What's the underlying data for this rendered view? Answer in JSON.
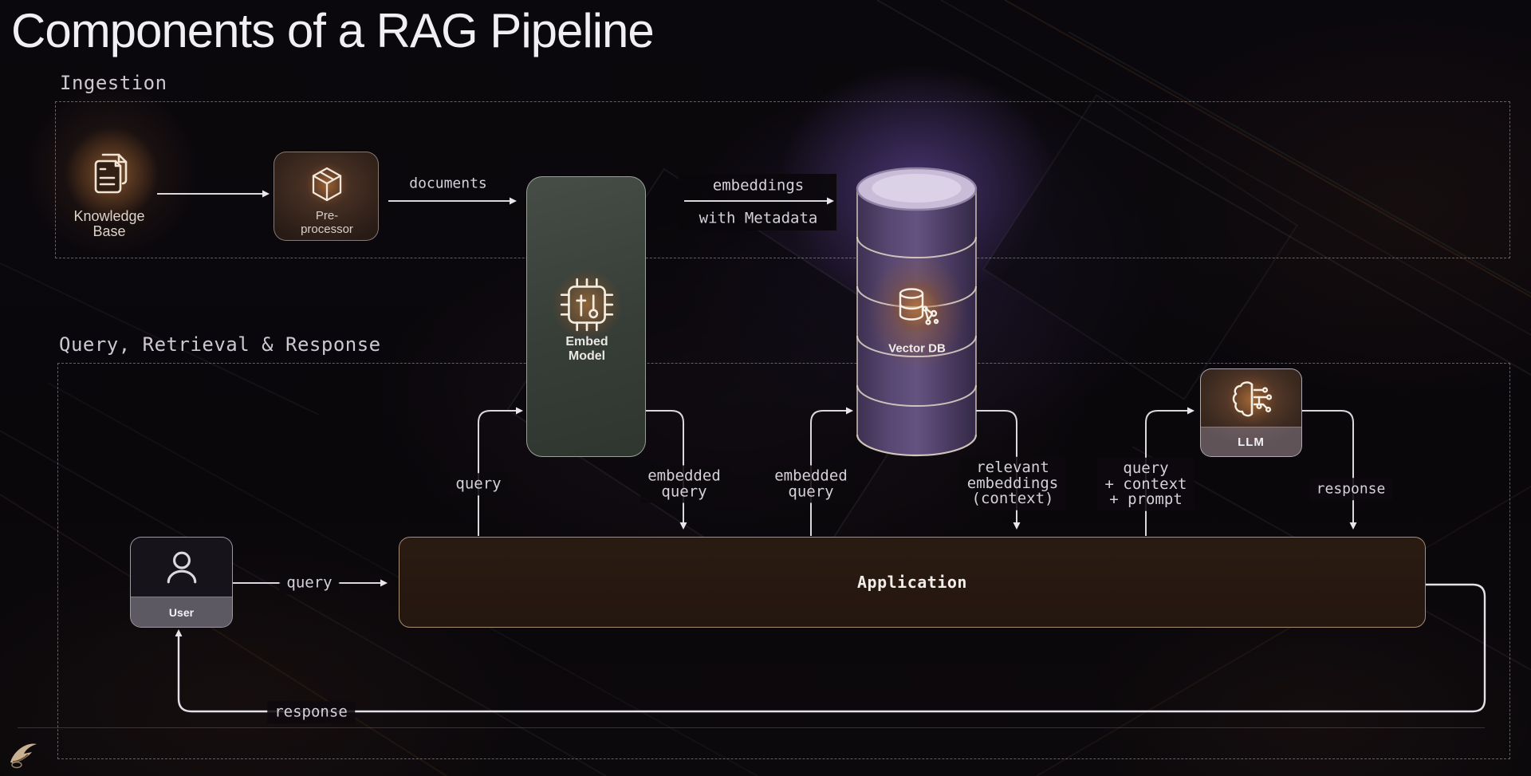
{
  "title": "Components of a RAG Pipeline",
  "sections": {
    "ingestion": {
      "label": "Ingestion"
    },
    "query_retrieval_response": {
      "label": "Query, Retrieval & Response"
    }
  },
  "nodes": {
    "knowledge_base": {
      "label": "Knowledge\nBase"
    },
    "pre_processor": {
      "label": "Pre-processor"
    },
    "embed_model": {
      "label": "Embed Model"
    },
    "vector_db": {
      "label": "Vector DB"
    },
    "llm": {
      "label": "LLM"
    },
    "user": {
      "label": "User"
    },
    "application": {
      "label": "Application"
    }
  },
  "edge_labels": {
    "documents": "documents",
    "embeddings_line1": "embeddings",
    "embeddings_line2": "with Metadata",
    "user_query": "query",
    "query_to_embed_model": "query",
    "embedded_query_from_embed_model": "embedded\nquery",
    "embedded_query_to_vector_db": "embedded\nquery",
    "relevant_embeddings_context": "relevant\nembeddings\n(context)",
    "query_context_prompt": "query\n+ context\n+ prompt",
    "llm_response": "response",
    "response_to_user": "response"
  },
  "colors": {
    "background": "#0a070c",
    "connector_line": "#dcd7de",
    "chip_text": "#d6d0da",
    "vector_db_purple": "#5e4d78",
    "vector_db_top": "#c9bcd8",
    "glow_orange": "#b06a32",
    "purple_glow": "#8664d6",
    "application_border": "#a88e72",
    "embed_model_bg": "#3b423c",
    "ring_cream": "#e9ddc9"
  }
}
